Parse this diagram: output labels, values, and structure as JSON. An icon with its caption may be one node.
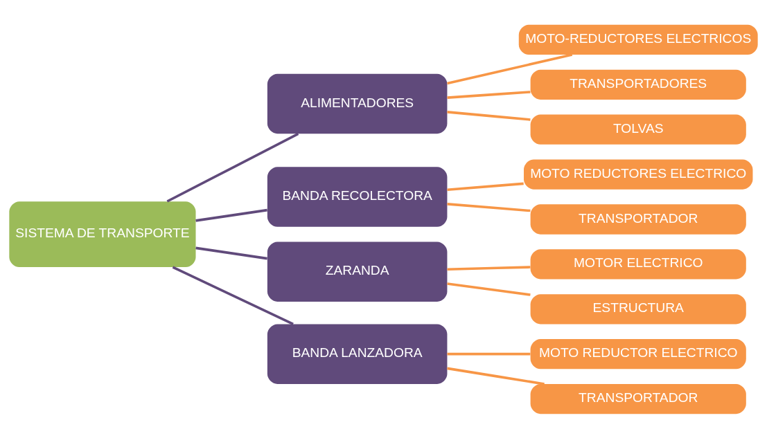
{
  "diagram": {
    "nodes": [
      {
        "text": [
          "SISTEMA DE TRANSPORTE"
        ]
      },
      {
        "text": [
          "ALIMENTADORES"
        ]
      },
      {
        "text": [
          "MOTO-REDUCTORES ELECTRICOS"
        ]
      },
      {
        "text": [
          "TRANSPORTADORES"
        ]
      },
      {
        "text": [
          "TOLVAS"
        ]
      },
      {
        "text": [
          "BANDA RECOLECTORA"
        ]
      },
      {
        "text": [
          "MOTO REDUCTORES ELECTRICO"
        ]
      },
      {
        "text": [
          "TRANSPORTADOR"
        ]
      },
      {
        "text": [
          "ZARANDA"
        ]
      },
      {
        "text": [
          "MOTOR ELECTRICO"
        ]
      },
      {
        "text": [
          "ESTRUCTURA"
        ]
      },
      {
        "text": [
          "BANDA LANZADORA"
        ]
      },
      {
        "text": [
          "MOTO REDUCTOR ELECTRICO"
        ]
      },
      {
        "text": [
          "TRANSPORTADOR"
        ]
      }
    ],
    "edges": [
      {
        "from": 0,
        "to": 1,
        "arrow": "none",
        "color": "#604a7b"
      },
      {
        "from": 0,
        "to": 5,
        "arrow": "none",
        "color": "#604a7b"
      },
      {
        "from": 0,
        "to": 8,
        "arrow": "none",
        "color": "#604a7b"
      },
      {
        "from": 0,
        "to": 11,
        "arrow": "none",
        "color": "#604a7b"
      },
      {
        "from": 1,
        "to": 2,
        "arrow": "none"
      },
      {
        "from": 1,
        "to": 3,
        "arrow": "none"
      },
      {
        "from": 1,
        "to": 4,
        "arrow": "none"
      },
      {
        "from": 5,
        "to": 6,
        "arrow": "none"
      },
      {
        "from": 5,
        "to": 7,
        "arrow": "none"
      },
      {
        "from": 8,
        "to": 9,
        "arrow": "none"
      },
      {
        "from": 8,
        "to": 10,
        "arrow": "none"
      },
      {
        "from": 11,
        "to": 12,
        "arrow": "none"
      },
      {
        "from": 11,
        "to": 13,
        "arrow": "none"
      }
    ]
  }
}
